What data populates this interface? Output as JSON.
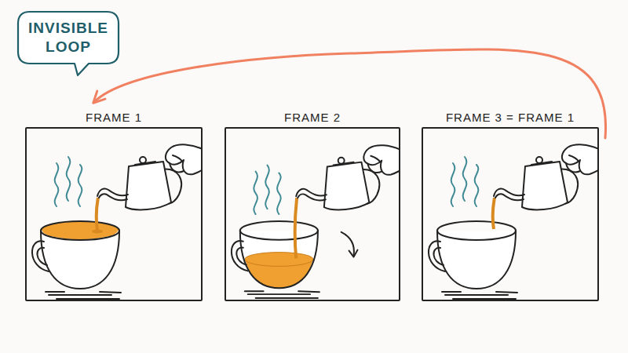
{
  "diagram": {
    "nodes": [
      {
        "text": [
          "INVISIBLE LOOP"
        ]
      },
      {
        "text": [
          "FRAME 1"
        ]
      },
      {
        "text": [
          "FRAME 2"
        ]
      },
      {
        "text": [
          "FRAME 3 = FRAME 1"
        ]
      }
    ],
    "edges": [
      {
        "from": 3,
        "to": 1,
        "arrow": "to"
      }
    ]
  }
}
